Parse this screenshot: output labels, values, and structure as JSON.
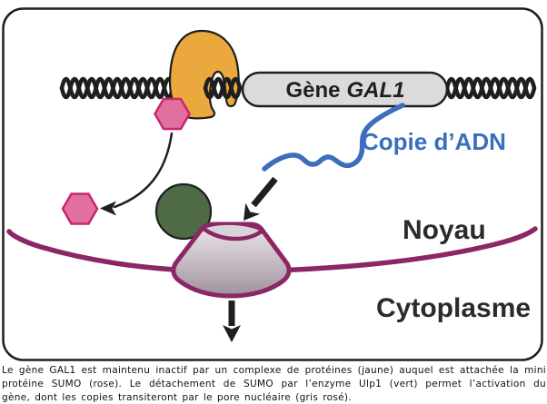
{
  "figure": {
    "gene_label_prefix": "Gène",
    "gene_label_name": "GAL1",
    "dna_copy_label": "Copie d’ADN",
    "nucleus_label": "Noyau",
    "cytoplasm_label": "Cytoplasme"
  },
  "caption": {
    "line1": "Le gène GAL1 est maintenu inactif par un complexe de protéines (jaune) auquel est attachée la mini",
    "line2": "protéine SUMO (rose). Le détachement de SUMO par l’enzyme Ulp1 (vert) permet l’activation du",
    "line3": "gène, dont les copies transiteront par le pore nucléaire (gris rosé)."
  },
  "colors": {
    "ink_black": "#1F1F1F",
    "protein_complex_yellow": "#EBA83C",
    "sumo_pink_fill": "#E0719F",
    "sumo_pink_border": "#CB2472",
    "ulp1_green": "#4E6B45",
    "membrane_purple": "#8C2766",
    "pore_fill_top": "#ECE7EC",
    "pore_fill_bottom": "#A1929E",
    "pore_opening_gray": "#D9D2D9",
    "gene_pill_gray": "#DBDBDB",
    "dna_copy_blue": "#3B6FBE",
    "label_dark": "#2B2B2B",
    "background_white": "#FFFFFF"
  }
}
